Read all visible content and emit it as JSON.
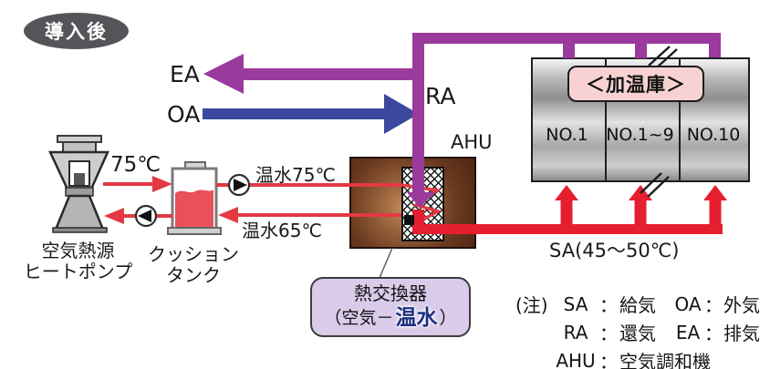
{
  "badge": {
    "label": "導入後"
  },
  "labels": {
    "ea": "EA",
    "oa": "OA",
    "ra": "RA",
    "ahu": "AHU",
    "pump_out_temp": "75℃",
    "hot_water_supply": "温水75℃",
    "hot_water_return": "温水65℃",
    "sa_temp": "SA(45〜50℃)"
  },
  "heat_pump": {
    "name_line1": "空気熱源",
    "name_line2": "ヒートポンプ"
  },
  "cushion_tank": {
    "name_line1": "クッション",
    "name_line2": "タンク"
  },
  "warming_chamber": {
    "title": "＜加温庫＞",
    "units": [
      "NO.1",
      "NO.1~9",
      "NO.10"
    ]
  },
  "heat_exchanger": {
    "line1": "熱交換器",
    "line2_prefix": "（空気－",
    "line2_highlight": "温水",
    "line2_suffix": "）"
  },
  "legend": {
    "rows": [
      {
        "note": "(注)",
        "abbr1": "SA",
        "sep1": "：",
        "term1": "給気",
        "abbr2": "OA",
        "sep2": "：",
        "term2": "外気"
      },
      {
        "note": "",
        "abbr1": "RA",
        "sep1": "：",
        "term1": "還気",
        "abbr2": "EA",
        "sep2": "：",
        "term2": "排気"
      },
      {
        "note": "",
        "abbr1": "AHU",
        "sep1": "：",
        "term1": "空気調和機",
        "abbr2": "",
        "sep2": "",
        "term2": ""
      }
    ]
  },
  "colors": {
    "pipe_purple": "#9a3a9c",
    "pipe_blue": "#3b489e",
    "pipe_red_thin": "#e43a43",
    "pipe_red_thick": "#e51f2f",
    "chamber_title_bg": "#f8d2d2",
    "heat_exchanger_label_bg": "#d9cbe9",
    "hot_water_text": "#1c2f80",
    "badge_bg": "#575459",
    "ahu_box_brown": "#6b3a20",
    "tank_liquid": "#e8505c"
  }
}
